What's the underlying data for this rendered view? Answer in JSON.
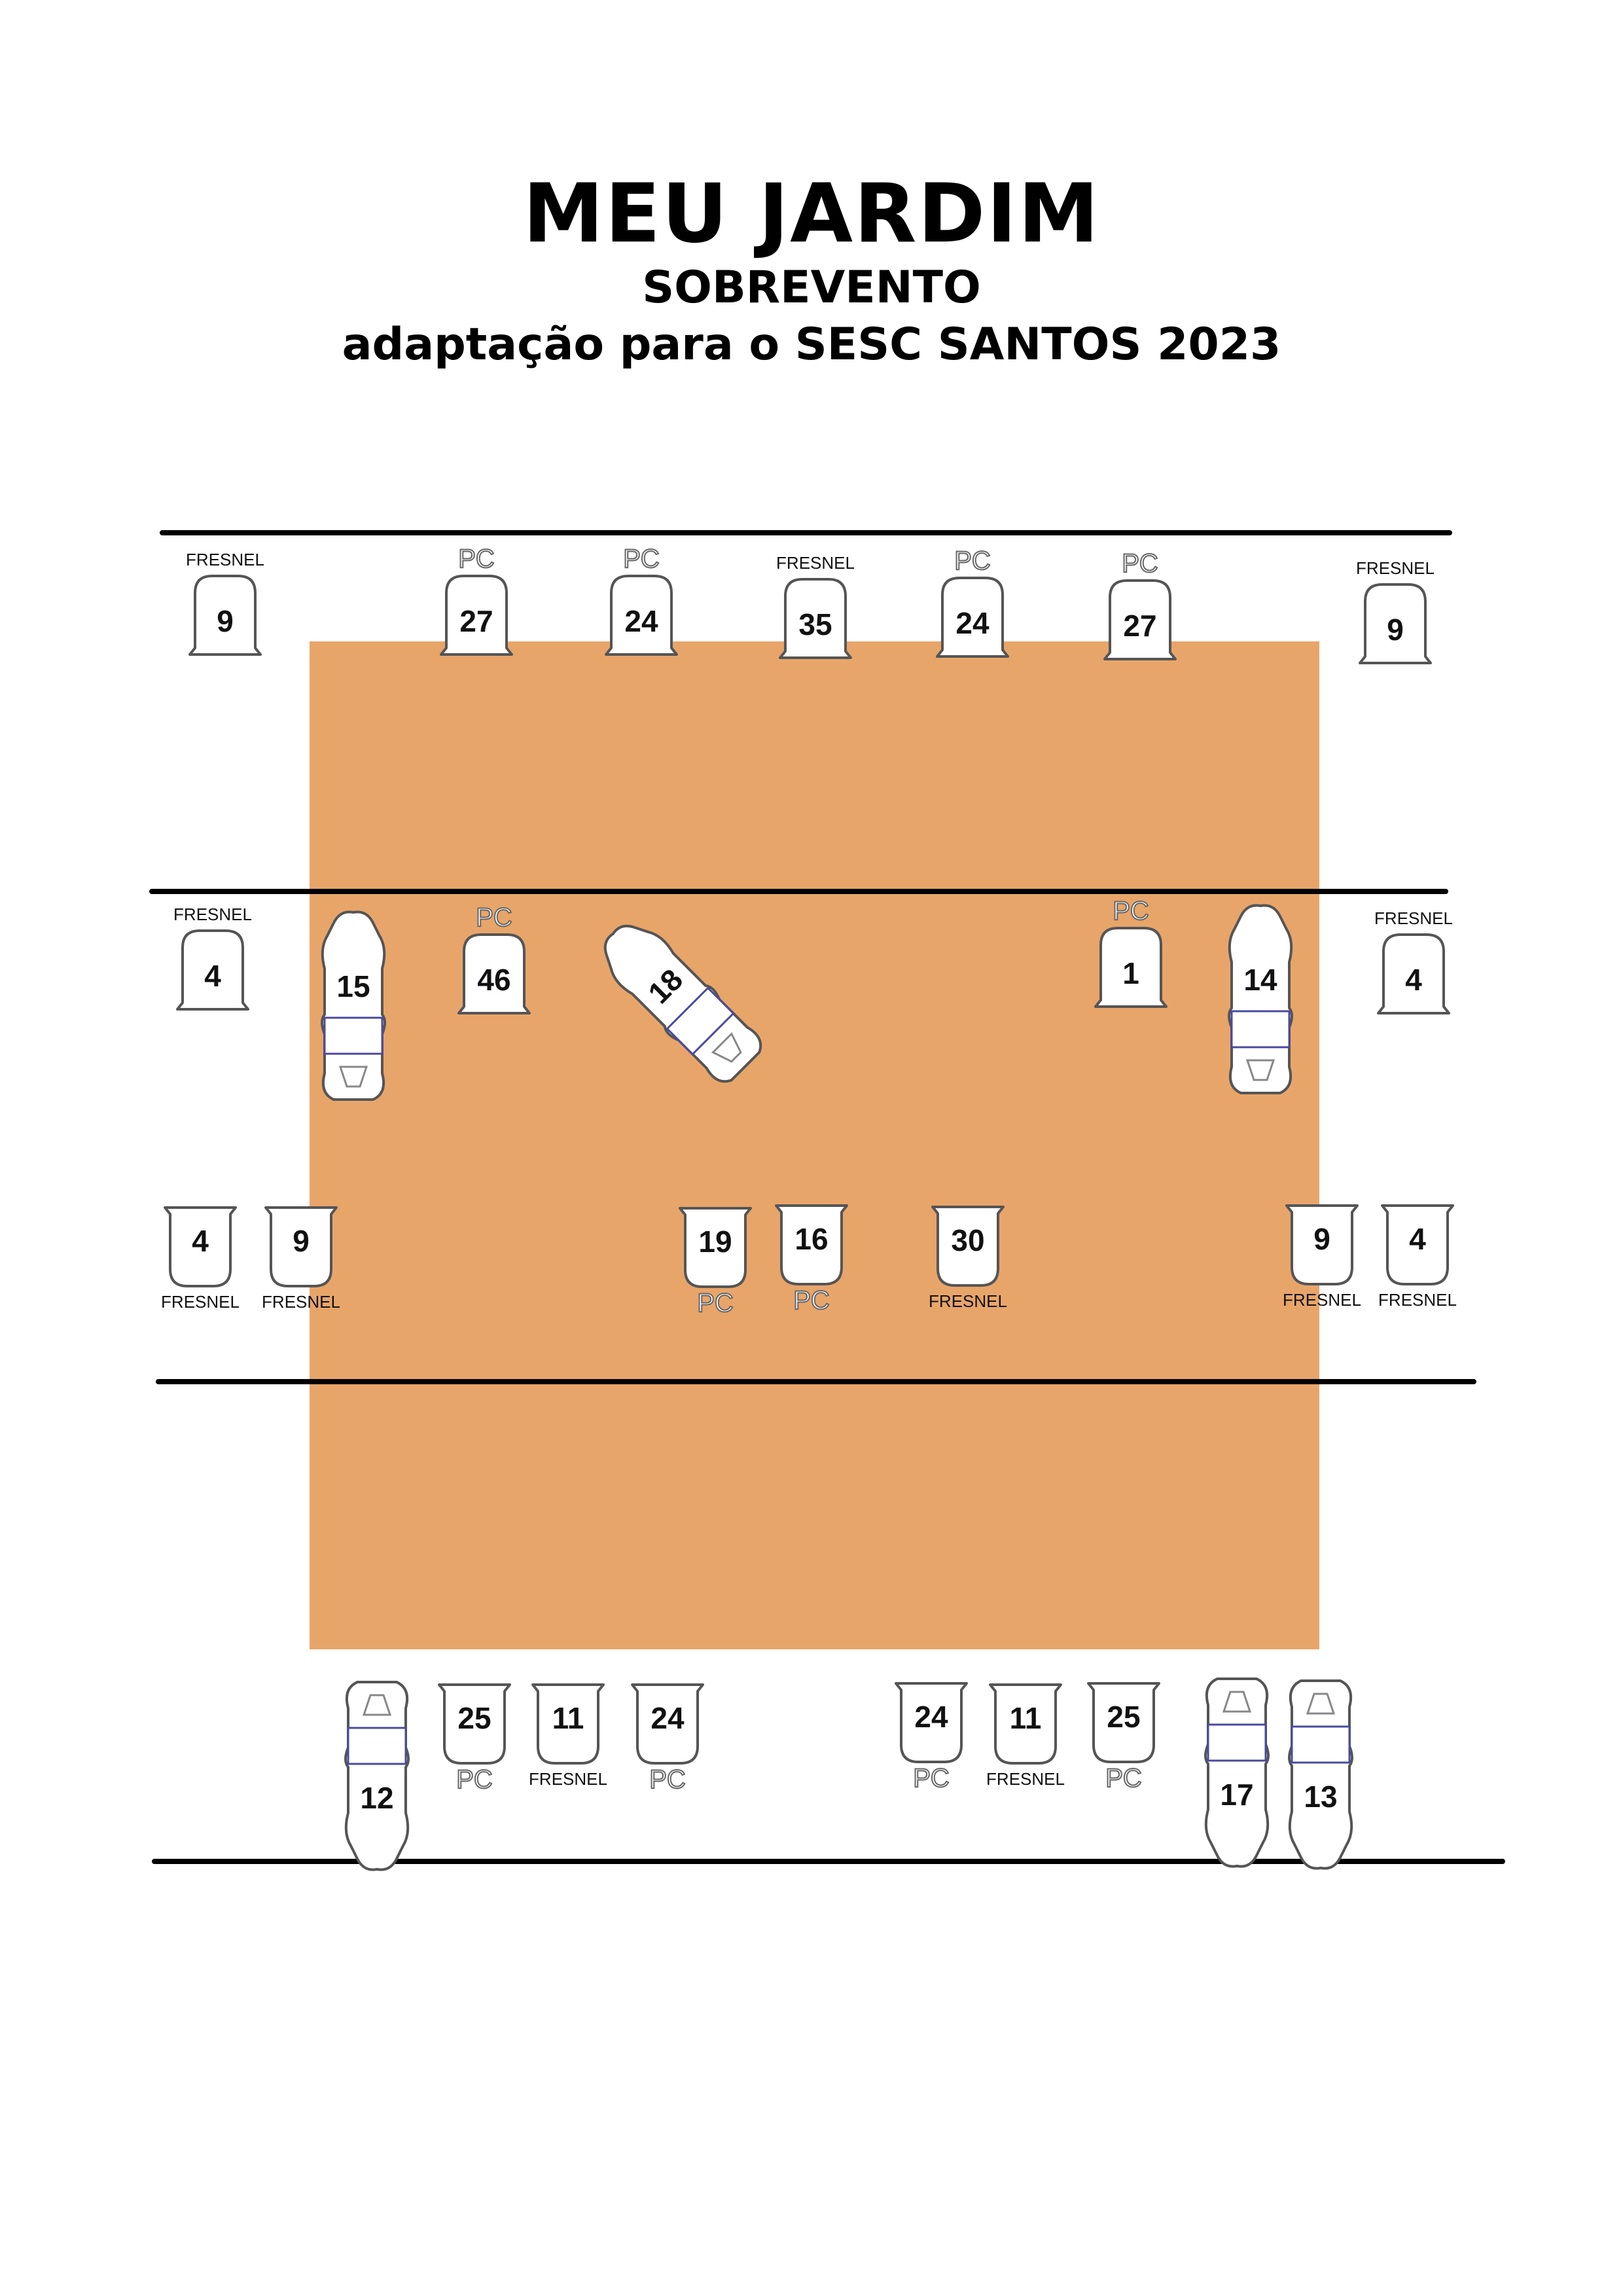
{
  "header": {
    "title": "MEU JARDIM",
    "subtitle": "SOBREVENTO",
    "subtitle2": "adaptação para o SESC SANTOS 2023"
  },
  "colors": {
    "stage": "#e8a56a",
    "rail": "#000000",
    "fixture_fill": "#ffffff",
    "fixture_stroke": "#555555"
  },
  "fixture_types": {
    "pc": "PC",
    "fresnel": "FRESNEL",
    "ellipsoidal": "ELIPSOIDAL"
  },
  "rails": [
    {
      "name": "rail-1",
      "fixtures": [
        {
          "channel": "9",
          "type": "FRESNEL"
        },
        {
          "channel": "27",
          "type": "PC"
        },
        {
          "channel": "24",
          "type": "PC"
        },
        {
          "channel": "35",
          "type": "FRESNEL"
        },
        {
          "channel": "24",
          "type": "PC"
        },
        {
          "channel": "27",
          "type": "PC"
        },
        {
          "channel": "9",
          "type": "FRESNEL"
        }
      ]
    },
    {
      "name": "rail-2",
      "fixtures": [
        {
          "channel": "4",
          "type": "FRESNEL"
        },
        {
          "channel": "15",
          "type": "ELIPSOIDAL"
        },
        {
          "channel": "46",
          "type": "PC"
        },
        {
          "channel": "18",
          "type": "ELIPSOIDAL"
        },
        {
          "channel": "1",
          "type": "PC"
        },
        {
          "channel": "14",
          "type": "ELIPSOIDAL"
        },
        {
          "channel": "4",
          "type": "FRESNEL"
        }
      ]
    },
    {
      "name": "rail-3",
      "fixtures": [
        {
          "channel": "4",
          "type": "FRESNEL"
        },
        {
          "channel": "9",
          "type": "FRESNEL"
        },
        {
          "channel": "19",
          "type": "PC"
        },
        {
          "channel": "16",
          "type": "PC"
        },
        {
          "channel": "30",
          "type": "FRESNEL"
        },
        {
          "channel": "9",
          "type": "FRESNEL"
        },
        {
          "channel": "4",
          "type": "FRESNEL"
        }
      ]
    },
    {
      "name": "rail-4",
      "fixtures": [
        {
          "channel": "12",
          "type": "ELIPSOIDAL"
        },
        {
          "channel": "25",
          "type": "PC"
        },
        {
          "channel": "11",
          "type": "FRESNEL"
        },
        {
          "channel": "24",
          "type": "PC"
        },
        {
          "channel": "24",
          "type": "PC"
        },
        {
          "channel": "11",
          "type": "FRESNEL"
        },
        {
          "channel": "25",
          "type": "PC"
        },
        {
          "channel": "17",
          "type": "ELIPSOIDAL"
        },
        {
          "channel": "13",
          "type": "ELIPSOIDAL"
        }
      ]
    }
  ]
}
